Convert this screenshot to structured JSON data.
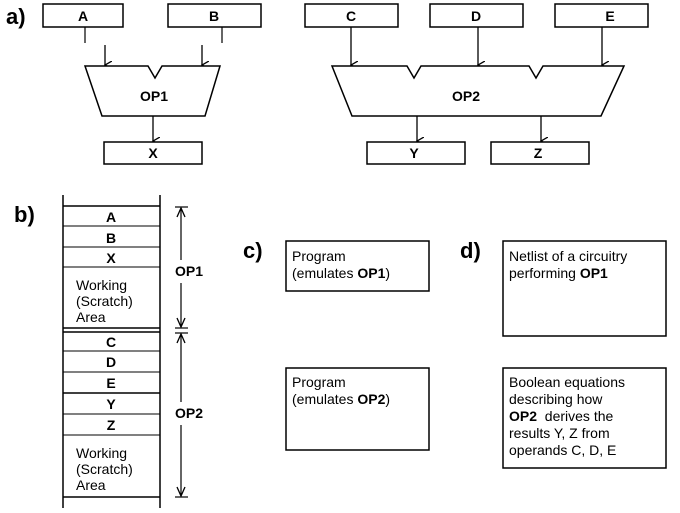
{
  "panel_labels": {
    "a": "a)",
    "b": "b)",
    "c": "c)",
    "d": "d)"
  },
  "panel_a": {
    "inputs": [
      "A",
      "B",
      "C",
      "D",
      "E"
    ],
    "op1": "OP1",
    "op2": "OP2",
    "outputs": [
      "X",
      "Y",
      "Z"
    ]
  },
  "panel_b": {
    "cells": [
      "A",
      "B",
      "X"
    ],
    "working_area_1": [
      "Working",
      "(Scratch)",
      "Area"
    ],
    "cells2": [
      "C",
      "D",
      "E",
      "Y",
      "Z"
    ],
    "working_area_2": [
      "Working",
      "(Scratch)",
      "Area"
    ],
    "brackets": [
      "OP1",
      "OP2"
    ]
  },
  "panel_c": {
    "program1": {
      "line1": "Program",
      "line2_prefix": "(emulates ",
      "line2_bold": "OP1",
      "line2_suffix": ")"
    },
    "program2": {
      "line1": "Program",
      "line2_prefix": "(emulates ",
      "line2_bold": "OP2",
      "line2_suffix": ")"
    }
  },
  "panel_d": {
    "netlist": {
      "line1": "Netlist of a circuitry",
      "line2_prefix": "performing ",
      "line2_bold": "OP1"
    },
    "boolean": {
      "line1": "Boolean equations",
      "line2": "describing how",
      "line3_bold": "OP2",
      "line3_suffix": "  derives the",
      "line4": "results Y, Z from",
      "line5": "operands C, D, E"
    }
  }
}
